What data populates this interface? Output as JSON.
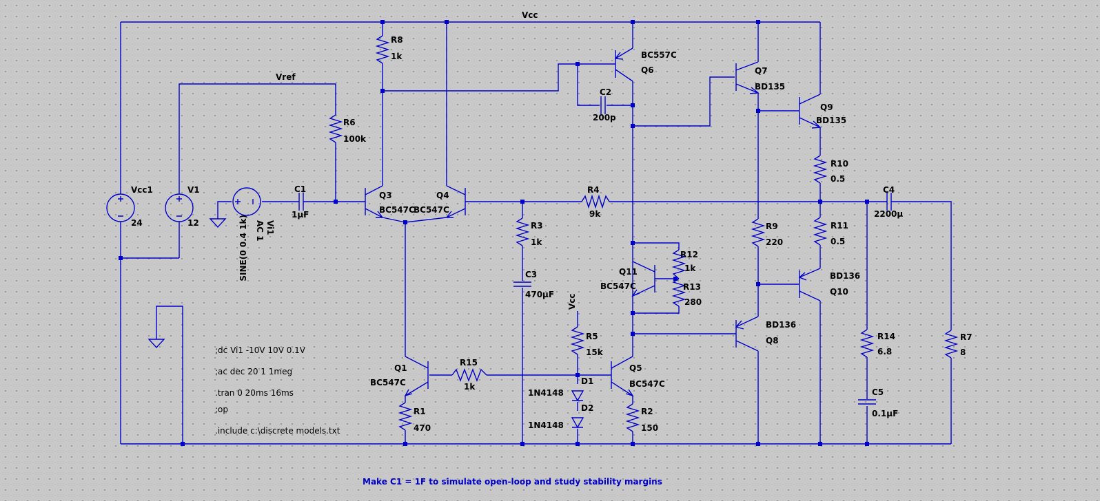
{
  "nets": {
    "vcc": "Vcc",
    "vref": "Vref",
    "vcc_small": "Vcc"
  },
  "sources": {
    "vcc1": {
      "name": "Vcc1",
      "value": "24"
    },
    "v1": {
      "name": "V1",
      "value": "12"
    },
    "vi1": {
      "name": "Vi1",
      "line1": "AC 1",
      "line2": "SINE(0 0.4 1k)"
    }
  },
  "components": {
    "R1": {
      "name": "R1",
      "value": "470"
    },
    "R2": {
      "name": "R2",
      "value": "150"
    },
    "R3": {
      "name": "R3",
      "value": "1k"
    },
    "R4": {
      "name": "R4",
      "value": "9k"
    },
    "R5": {
      "name": "R5",
      "value": "15k"
    },
    "R6": {
      "name": "R6",
      "value": "100k"
    },
    "R7": {
      "name": "R7",
      "value": "8"
    },
    "R8": {
      "name": "R8",
      "value": "1k"
    },
    "R9": {
      "name": "R9",
      "value": "220"
    },
    "R10": {
      "name": "R10",
      "value": "0.5"
    },
    "R11": {
      "name": "R11",
      "value": "0.5"
    },
    "R12": {
      "name": "R12",
      "value": "1k"
    },
    "R13": {
      "name": "R13",
      "value": "280"
    },
    "R14": {
      "name": "R14",
      "value": "6.8"
    },
    "R15": {
      "name": "R15",
      "value": "1k"
    },
    "C1": {
      "name": "C1",
      "value": "1µF"
    },
    "C2": {
      "name": "C2",
      "value": "200p"
    },
    "C3": {
      "name": "C3",
      "value": "470µF"
    },
    "C4": {
      "name": "C4",
      "value": "2200µ"
    },
    "C5": {
      "name": "C5",
      "value": "0.1µF"
    },
    "D1": {
      "name": "D1",
      "value": "1N4148"
    },
    "D2": {
      "name": "D2",
      "value": "1N4148"
    },
    "Q1": {
      "name": "Q1",
      "model": "BC547C"
    },
    "Q3": {
      "name": "Q3",
      "model": "BC547C"
    },
    "Q4": {
      "name": "Q4",
      "model": "BC547C"
    },
    "Q5": {
      "name": "Q5",
      "model": "BC547C"
    },
    "Q6": {
      "name": "Q6",
      "model": "BC557C"
    },
    "Q7": {
      "name": "Q7",
      "model": "BD135"
    },
    "Q8": {
      "name": "Q8",
      "model": "BD136"
    },
    "Q9": {
      "name": "Q9",
      "model": "BD135"
    },
    "Q10": {
      "name": "Q10",
      "model": "BD136"
    },
    "Q11": {
      "name": "Q11",
      "model": "BC547C"
    }
  },
  "directives": [
    ";dc Vi1 -10V 10V 0.1V",
    ";ac dec 20 1 1meg",
    ".tran 0 20ms 16ms",
    ";op",
    ".include c:\\discrete models.txt"
  ],
  "note": "Make C1 = 1F to simulate open-loop and study stability margins",
  "colors": {
    "wire": "#0000cc",
    "background": "#c8c8c8",
    "grid_dot": "#8a8a8a",
    "text": "#000000",
    "note": "#0000cc"
  }
}
